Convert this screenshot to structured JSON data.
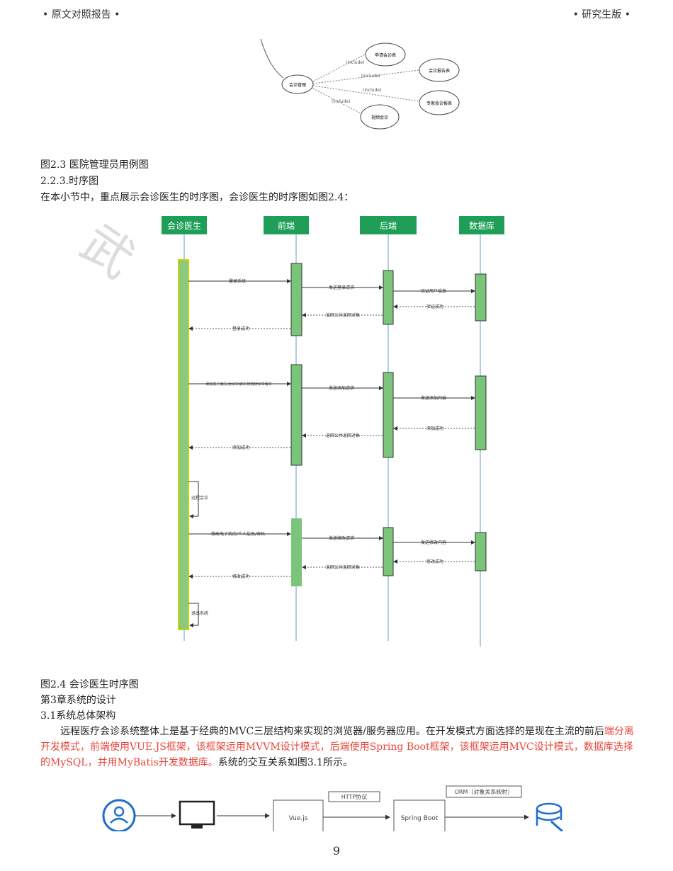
{
  "header": {
    "left": "• 原文对照报告 •",
    "right": "• 研究生版 •"
  },
  "usecase": {
    "center": "会诊管理",
    "nodes": [
      "申请会诊表",
      "会诊报告表",
      "专家会诊报表",
      "视频会诊"
    ],
    "relation": "(include)"
  },
  "captions": {
    "fig23": "图2.3 医院管理员用例图",
    "sec223": "2.2.3.时序图",
    "intro": "在本小节中，重点展示会诊医生的时序图，会诊医生的时序图如图2.4：",
    "fig24": "图2.4 会诊医生时序图",
    "chapter3": "第3章系统的设计",
    "sec31": "3.1系统总体架构"
  },
  "sequence": {
    "actors": [
      "会诊医生",
      "前端",
      "后端",
      "数据库"
    ],
    "messages": [
      "登录系统",
      "发送登录请求",
      "验证用户信息",
      "验证成功",
      "返回公共返回对象",
      "登录成功",
      "添加电子病历/会诊申请单/转院转诊申请单",
      "发送添加请求",
      "发送添加内容",
      "添加成功",
      "返回公共返回对象",
      "添加成功",
      "远程会诊",
      "修改电子病历/个人信息/密码",
      "发送修改请求",
      "发送修改内容",
      "修改成功",
      "返回公共返回对象",
      "修改成功",
      "退出系统"
    ]
  },
  "paragraph": {
    "p1": "远程医疗会诊系统整体上是基于经典的MVC三层结构来实现的浏览器/服务器应用。在开发模式方面选择的是现在主流的前后",
    "p2": "端分离开发模式，前端使用VUE.JS框架，该框架运用MVVM设计模式，后端使用Spring Boot框架，该框架运用MVC设计模式，数据库选择的MySQL，并用MyBatis开发数据库。",
    "p3": "系统的交互关系如图3.1所示。"
  },
  "arch": {
    "http": "HTTP协议",
    "orm": "ORM（对象关系映射）",
    "vue": "Vue.js",
    "spring": "Spring Boot"
  },
  "page_number": "9",
  "watermark": "武"
}
